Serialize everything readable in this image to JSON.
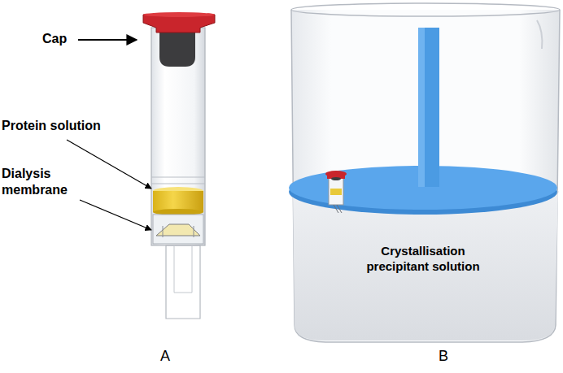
{
  "diagram": {
    "labels": [
      "Cap",
      "Protein solution",
      "Dialysis membrane",
      "Crystallisation precipitant solution",
      "A",
      "B"
    ]
  }
}
